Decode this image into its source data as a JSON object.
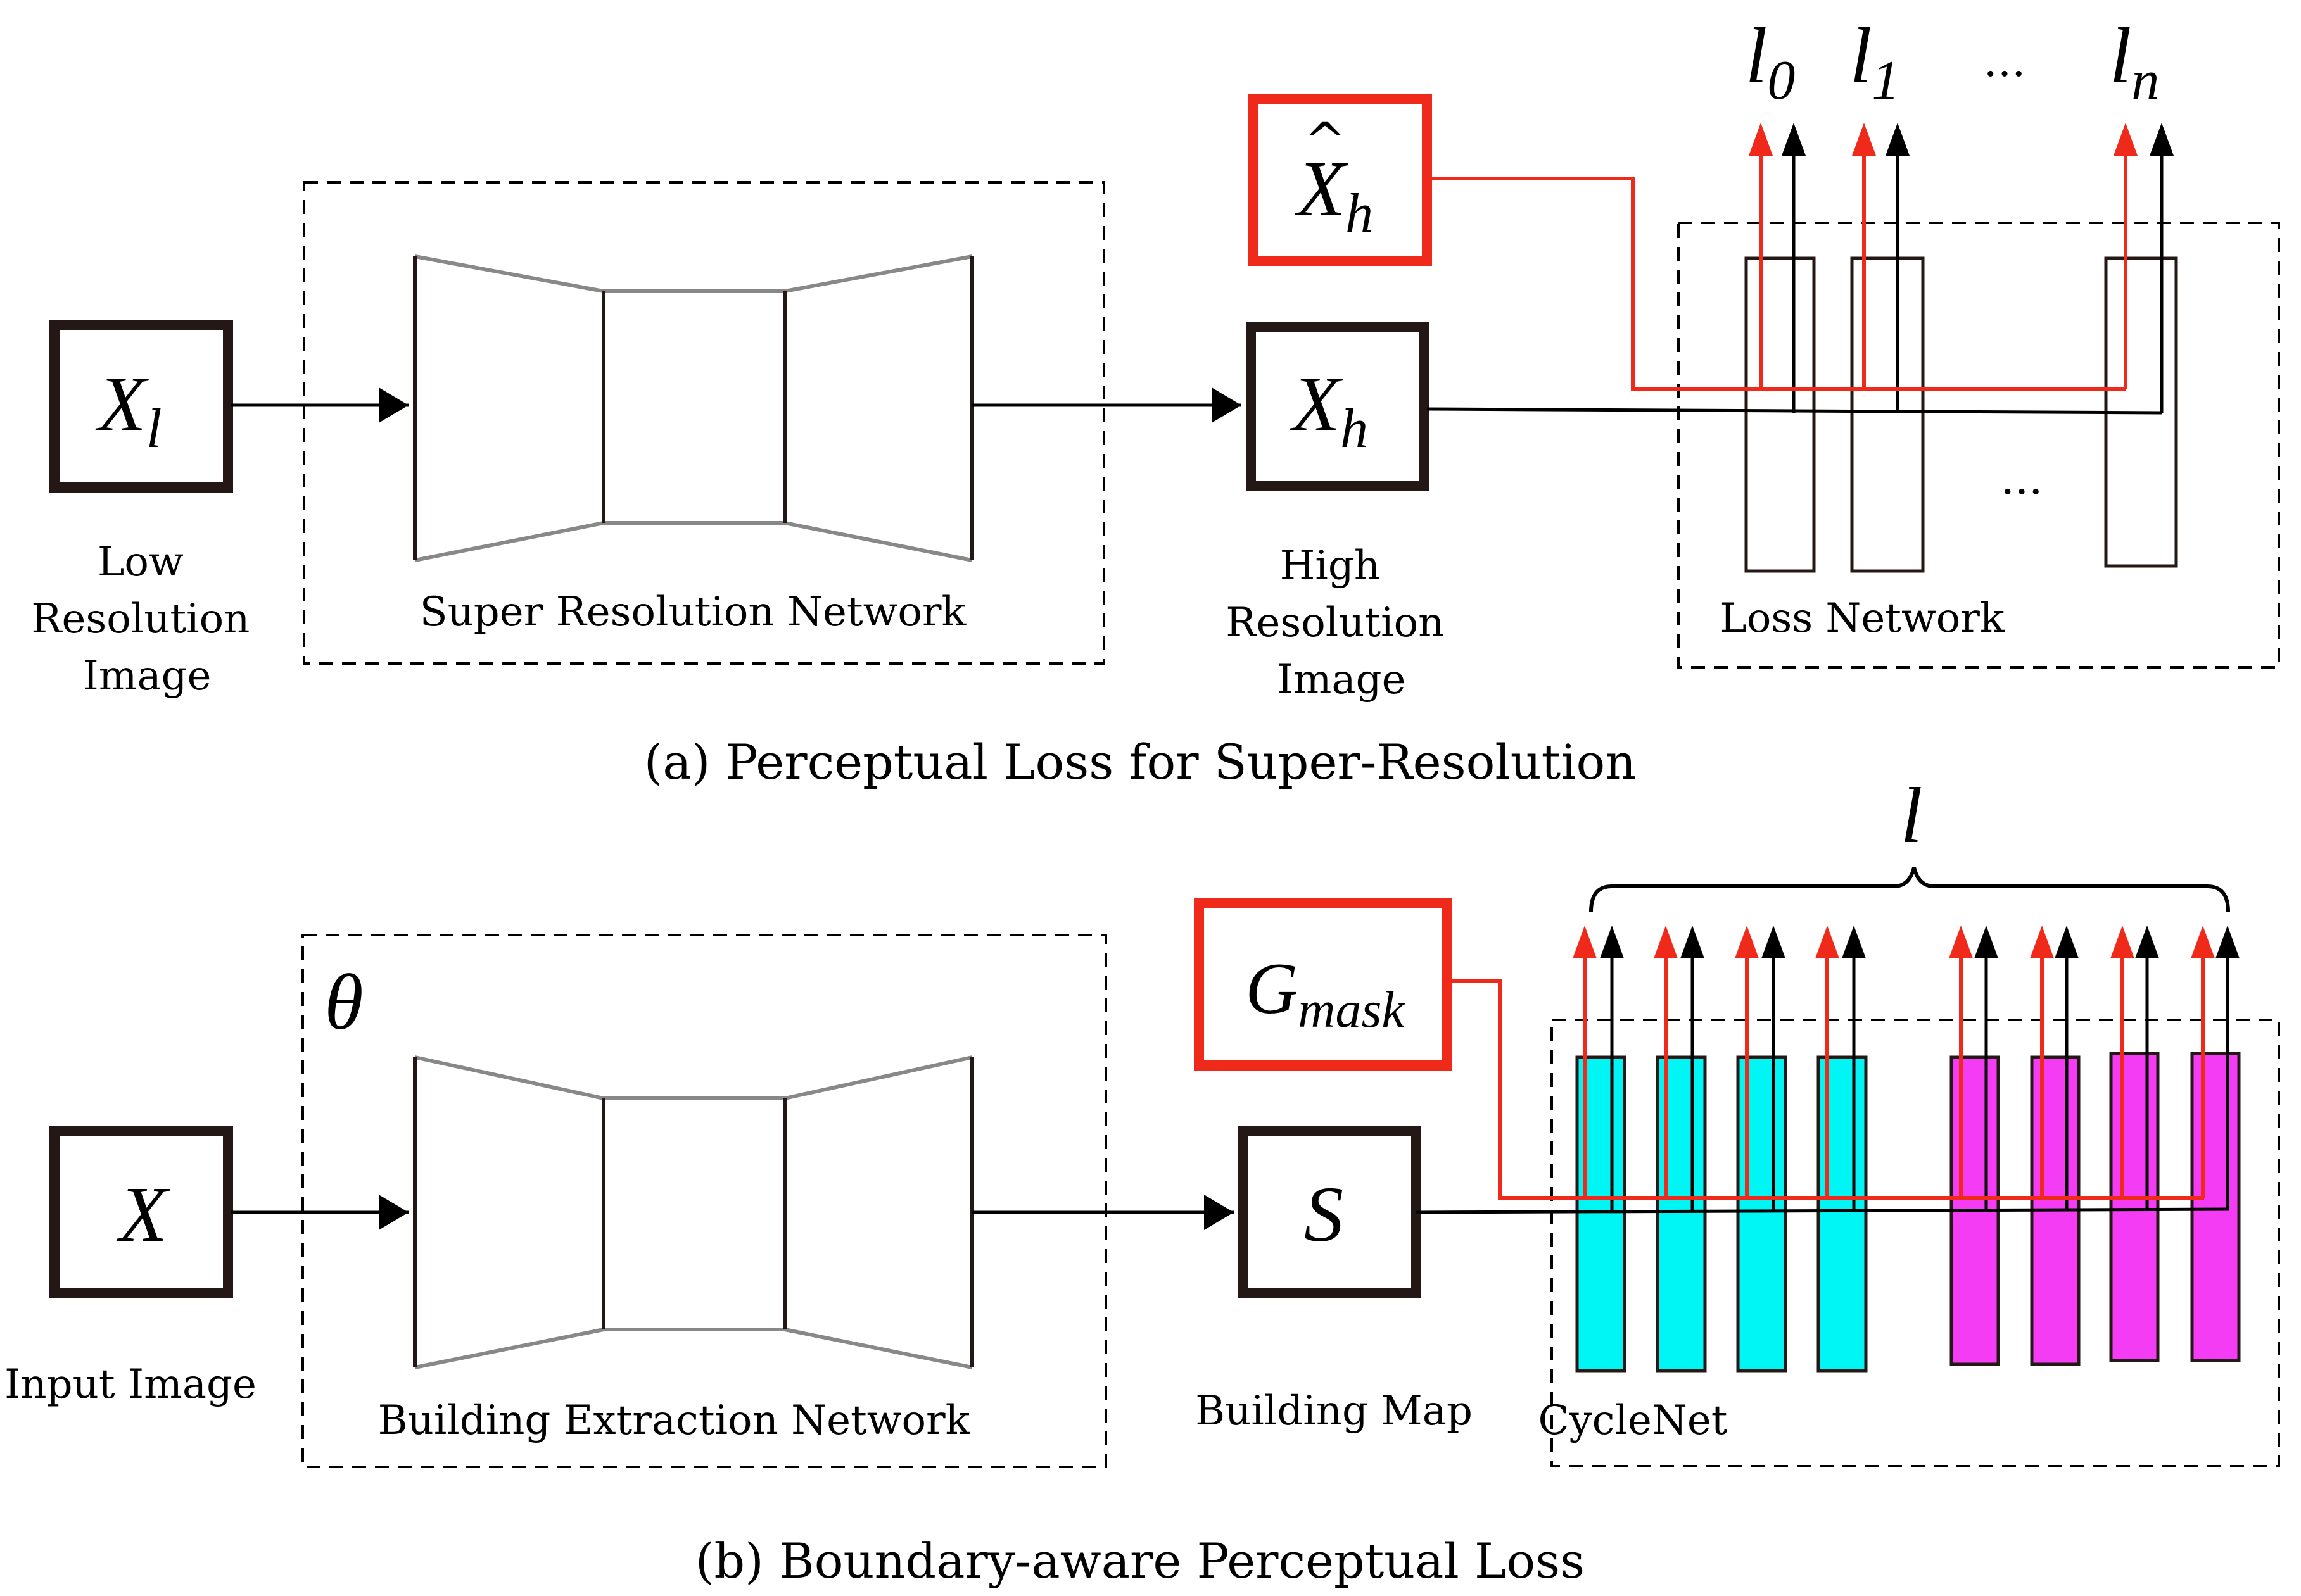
{
  "panel_a": {
    "caption": "(a) Perceptual Loss for Super-Resolution",
    "input_symbol": {
      "base": "X",
      "sub": "l"
    },
    "input_label": [
      "Low",
      "Resolution",
      "Image"
    ],
    "network_label": "Super Resolution Network",
    "output_symbol": {
      "base": "X",
      "sub": "h"
    },
    "output_label": [
      "High",
      "Resolution",
      "Image"
    ],
    "target_symbol": {
      "base": "X",
      "hat": "^",
      "sub": "h"
    },
    "loss_network_label": "Loss Network",
    "loss_terms": [
      {
        "base": "l",
        "sub": "0"
      },
      {
        "base": "l",
        "sub": "1"
      },
      {
        "base": "l",
        "sub": "n"
      }
    ],
    "loss_ellipsis": "...",
    "layer_ellipsis": "..."
  },
  "panel_b": {
    "caption": "(b) Boundary-aware Perceptual Loss",
    "input_symbol": "X",
    "input_label": "Input Image",
    "param_symbol": "θ",
    "network_label": "Building Extraction Network",
    "output_symbol": "S",
    "output_label": "Building Map",
    "target_symbol": {
      "base": "G",
      "sub": "mask"
    },
    "loss_network_label": "CycleNet",
    "loss_symbol": "l",
    "colors": {
      "encoder_layers": "#00F5F5",
      "decoder_layers": "#F53CF5"
    }
  },
  "colors": {
    "target_path": "#F02A1A",
    "box_border": "#231815",
    "funnel_stroke": "#888888"
  }
}
